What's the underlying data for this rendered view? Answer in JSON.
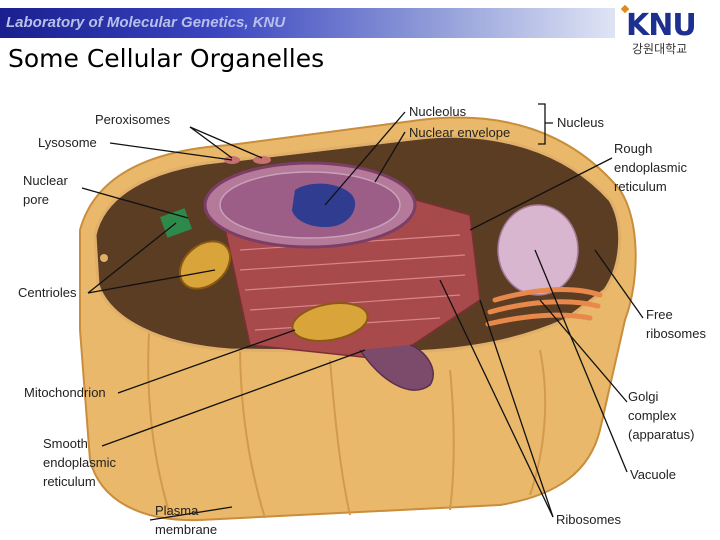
{
  "header": {
    "banner_text": "Laboratory of Molecular Genetics, KNU",
    "title": "Some Cellular Organelles"
  },
  "logo": {
    "mark": "KNU",
    "sub": "강원대학교"
  },
  "figure": {
    "labels": {
      "peroxisomes": "Peroxisomes",
      "lysosome": "Lysosome",
      "nuclear_pore": "Nuclear\npore",
      "centrioles": "Centrioles",
      "mitochondrion": "Mitochondrion",
      "smooth_er": "Smooth\nendoplasmic\nreticulum",
      "plasma_membrane": "Plasma\nmembrane",
      "nucleolus": "Nucleolus",
      "nuclear_envelope": "Nuclear envelope",
      "nucleus": "Nucleus",
      "rough_er": "Rough\nendoplasmic\nreticulum",
      "free_ribosomes": "Free\nribosomes",
      "golgi": "Golgi\ncomplex\n(apparatus)",
      "vacuole": "Vacuole",
      "ribosomes": "Ribosomes"
    },
    "colors": {
      "membrane": "#e9b86a",
      "cytoplasm": "#5b3d24",
      "nucleus": "#b57a9a",
      "nucleolus": "#2f3c8f",
      "rer": "#a8494c",
      "golgi": "#e8884a",
      "mito": "#d9a43a",
      "vacuole": "#d9b6d0"
    }
  }
}
